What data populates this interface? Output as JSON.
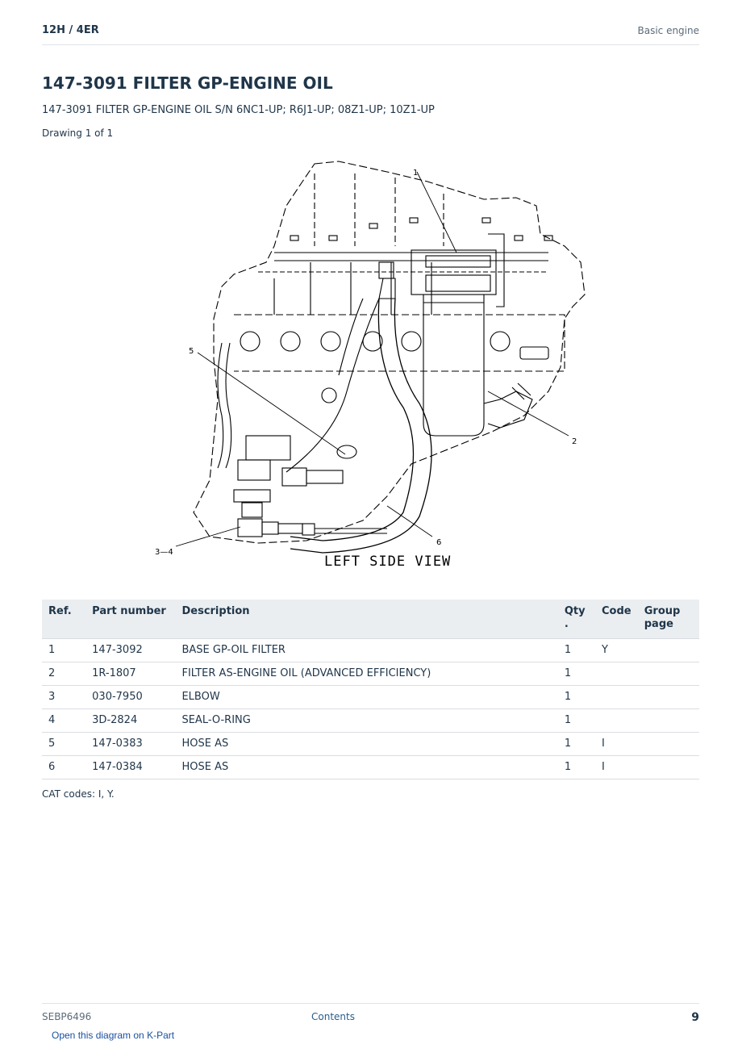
{
  "header": {
    "model": "12H  /  4ER",
    "section": "Basic engine"
  },
  "page_title": "147-3091 FILTER GP-ENGINE OIL",
  "subtitle": "147-3091 FILTER GP-ENGINE OIL S/N 6NC1-UP; R6J1-UP; 08Z1-UP; 10Z1-UP",
  "drawing_count": "Drawing 1 of 1",
  "diagram": {
    "view_label": "LEFT SIDE VIEW",
    "callouts": [
      "1",
      "2",
      "3—4",
      "5",
      "6"
    ]
  },
  "table": {
    "headers": {
      "ref": "Ref.",
      "part_number": "Part number",
      "description": "Description",
      "qty_line1": "Qty",
      "qty_line2": ".",
      "code": "Code",
      "group_line1": "Group",
      "group_line2": "page"
    },
    "rows": [
      {
        "ref": "1",
        "part_number": "147-3092",
        "description": "BASE GP-OIL FILTER",
        "qty": "1",
        "code": "Y",
        "group_page": ""
      },
      {
        "ref": "2",
        "part_number": "1R-1807",
        "description": "FILTER AS-ENGINE OIL (ADVANCED EFFICIENCY)",
        "qty": "1",
        "code": "",
        "group_page": ""
      },
      {
        "ref": "3",
        "part_number": "030-7950",
        "description": "ELBOW",
        "qty": "1",
        "code": "",
        "group_page": ""
      },
      {
        "ref": "4",
        "part_number": "3D-2824",
        "description": "SEAL-O-RING",
        "qty": "1",
        "code": "",
        "group_page": ""
      },
      {
        "ref": "5",
        "part_number": "147-0383",
        "description": "HOSE AS",
        "qty": "1",
        "code": "I",
        "group_page": ""
      },
      {
        "ref": "6",
        "part_number": "147-0384",
        "description": "HOSE AS",
        "qty": "1",
        "code": "I",
        "group_page": ""
      }
    ]
  },
  "cat_codes": "CAT codes: I, Y.",
  "footer": {
    "doc_id": "SEBP6496",
    "contents_link": "Contents",
    "page_number": "9"
  },
  "kpart_link": "Open this diagram on K-Part"
}
